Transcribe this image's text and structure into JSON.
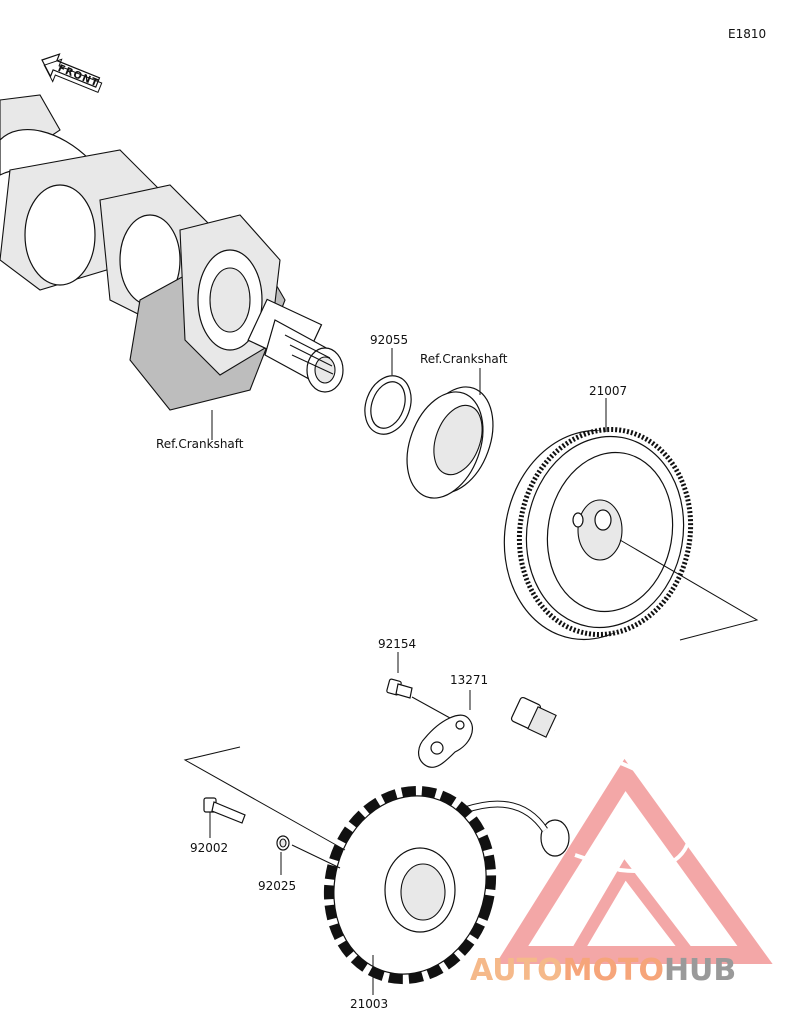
{
  "diagram_code": "E1810",
  "front_label": "FRONT",
  "labels": {
    "oil_seal": "92055",
    "ref_crankshaft_top": "Ref.Crankshaft",
    "ref_crankshaft_bottom": "Ref.Crankshaft",
    "rotor": "21007",
    "bolt_plate": "92154",
    "plate": "13271",
    "bolt_stator": "92002",
    "washer": "92025",
    "stator": "21003"
  },
  "watermark": {
    "word_1": "AUTO",
    "word_2": "MOTO",
    "word_3": "HUB",
    "colors": {
      "auto": "#f5b98a",
      "moto": "#f6a57a",
      "hub": "#9a9a9a",
      "triangle": "#f08a8a"
    }
  }
}
